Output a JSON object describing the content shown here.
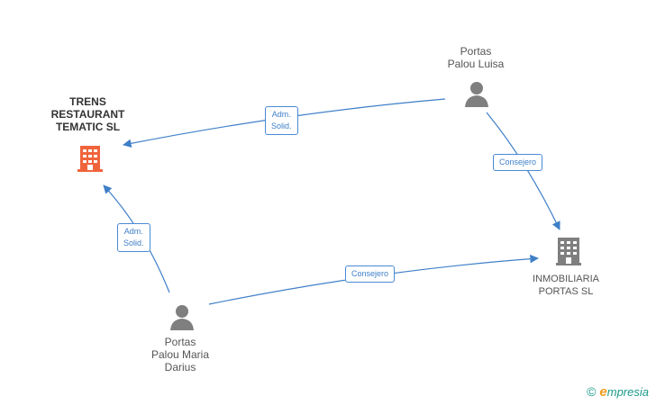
{
  "colors": {
    "edge": "#3f7fc8",
    "person_icon": "#7f7f7f",
    "company_main_icon": "#f0643c",
    "company_other_icon": "#7f7f7f"
  },
  "nodes": {
    "trens": {
      "name": "TRENS\nRESTAURANT\nTEMATIC SL"
    },
    "inmobiliaria": {
      "name": "INMOBILIARIA\nPORTAS SL"
    },
    "luisa": {
      "name": "Portas\nPalou Luisa"
    },
    "maria": {
      "name": "Portas\nPalou Maria\nDarius"
    }
  },
  "edges": [
    {
      "from": "luisa",
      "to": "trens",
      "label": "Adm.\nSolid."
    },
    {
      "from": "luisa",
      "to": "inmobiliaria",
      "label": "Consejero"
    },
    {
      "from": "maria",
      "to": "trens",
      "label": "Adm.\nSolid."
    },
    {
      "from": "maria",
      "to": "inmobiliaria",
      "label": "Consejero"
    }
  ],
  "watermark": {
    "copyright": "©",
    "brand_first": "e",
    "brand_rest": "mpresia"
  }
}
